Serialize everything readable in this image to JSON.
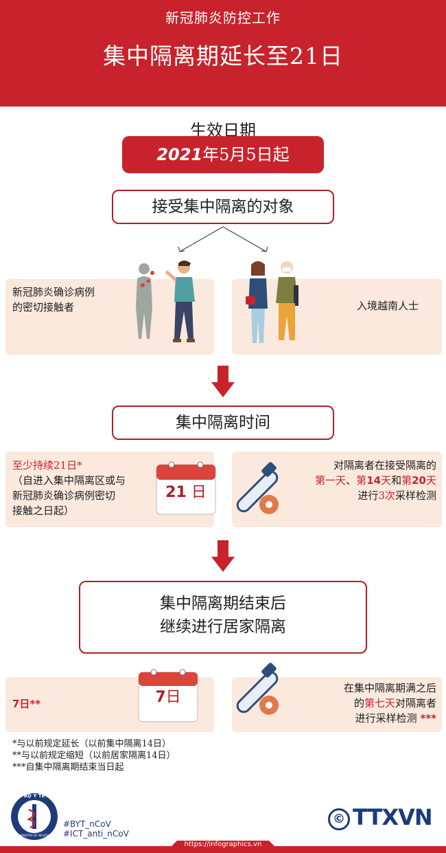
{
  "header": {
    "subtitle": "新冠肺炎防控工作",
    "title": "集中隔离期延长至21日"
  },
  "effective": {
    "label": "生效日期",
    "year": "2021",
    "date_rest": "年5月5日起"
  },
  "subjects": {
    "heading": "接受集中隔离的对象",
    "left": {
      "line1": "新冠肺炎确诊病例",
      "line2": "的密切接触者"
    },
    "right": "入境越南人士"
  },
  "duration": {
    "heading": "集中隔离时间",
    "left": {
      "line1": "至少持续21日*",
      "line2": "（自进入集中隔离区或与",
      "line3": "新冠肺炎确诊病例密切",
      "line4": "接触之日起）"
    },
    "calendar": {
      "num": "21",
      "unit": "日"
    },
    "right": {
      "line1": "对隔离者在接受隔离的",
      "d1": "第一天",
      "sep1": "、",
      "d2a": "第",
      "d2b": "14",
      "d2c": "天",
      "sep2": "和",
      "d3a": "第",
      "d3b": "20",
      "d3c": "天",
      "l3a": "进行",
      "l3b": "3次",
      "l3c": "采样检测"
    }
  },
  "after": {
    "line1": "集中隔离期结束后",
    "line2": "继续进行居家隔离"
  },
  "home": {
    "left": "7日**",
    "calendar": {
      "num": "7",
      "unit": "日"
    },
    "right": {
      "line1": "在集中隔离期满之后",
      "l2a": "的",
      "l2b": "第七天",
      "l2c": "对隔离者",
      "l3a": "进行采样检测 ",
      "l3b": "***"
    }
  },
  "notes": [
    "*与以前规定延长（以前集中隔离14日）",
    "**与以前规定缩短（以前居家隔离14日）",
    "***自集中隔离期结束当日起"
  ],
  "footer": {
    "hashtag1": "#BYT_nCoV",
    "hashtag2": "#ICT_anti_nCoV",
    "url": "https://infographics.vn",
    "logo_text": "TTXVN",
    "copyright": "©",
    "ministry": "BỘ Y TẾ",
    "ministry_en": "MINISTRY OF HEALTH"
  },
  "colors": {
    "brand_red": "#c8232c",
    "card_bg": "#fbe9de",
    "navy": "#1d3b7a"
  }
}
